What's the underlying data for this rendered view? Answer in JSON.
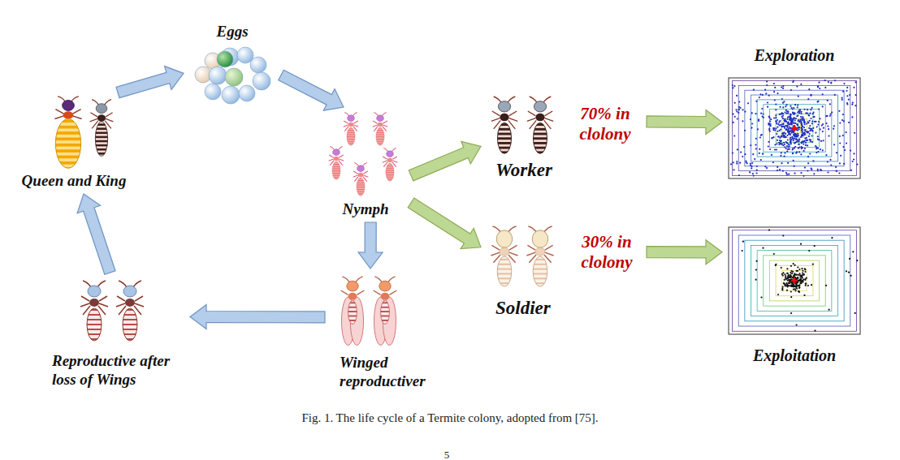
{
  "diagram": {
    "caption": "Fig. 1. The life cycle of a Termite colony, adopted from [75].",
    "nodes": [
      {
        "text": [
          "Eggs"
        ]
      },
      {
        "text": [
          "Queen and King"
        ]
      },
      {
        "text": [
          "Nymph"
        ]
      },
      {
        "text": [
          "Winged reproductiver"
        ]
      },
      {
        "text": [
          "Reproductive after loss of Wings"
        ]
      },
      {
        "text": [
          "Worker"
        ]
      },
      {
        "text": [
          "Soldier"
        ]
      },
      {
        "text": [
          "Exploration"
        ]
      },
      {
        "text": [
          "Exploitation"
        ]
      }
    ],
    "edges": [
      {
        "from": 1,
        "to": 0,
        "arrow": "to"
      },
      {
        "from": 0,
        "to": 2,
        "arrow": "to"
      },
      {
        "from": 2,
        "to": 3,
        "arrow": "to"
      },
      {
        "from": 3,
        "to": 4,
        "arrow": "to"
      },
      {
        "from": 4,
        "to": 1,
        "arrow": "to"
      },
      {
        "from": 2,
        "to": 5,
        "arrow": "to"
      },
      {
        "from": 2,
        "to": 6,
        "arrow": "to"
      },
      {
        "from": 5,
        "to": 7,
        "arrow": "to"
      },
      {
        "from": 6,
        "to": 8,
        "arrow": "to"
      }
    ],
    "labels": [
      "70% in clolony",
      "30% in clolony",
      "5"
    ]
  }
}
